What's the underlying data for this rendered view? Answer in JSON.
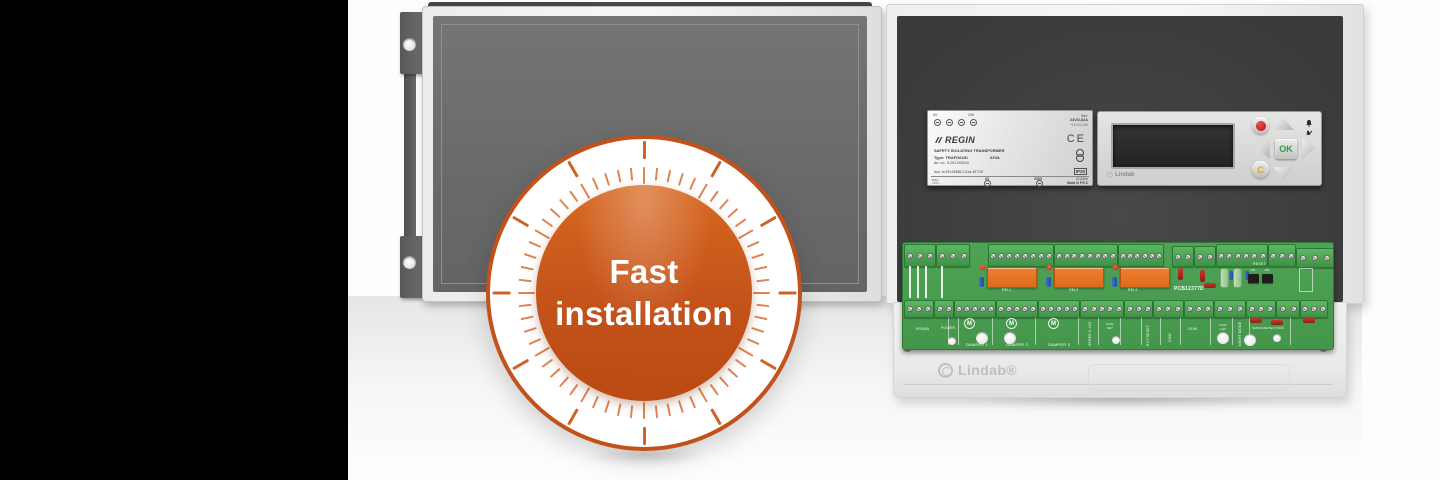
{
  "badge": {
    "line1": "Fast",
    "line2": "installation",
    "accent": "#c2511a"
  },
  "transformer_plate": {
    "brand": "REGIN",
    "sec_label": "Sec:",
    "sec_line1": "24V/2,62A",
    "sec_line2": "*12V/5,25A",
    "term_0v": "0V",
    "term_24v": "24V",
    "title": "SAFETY ISOLATING TRANSFORMER",
    "type_row": "Type: TRAFO63/D",
    "va": "63VA",
    "art": "Art. no.: 5-001-000010",
    "acc": "Acc. to EN 61558-2-6   ta 40°C/E",
    "ce": "CE",
    "ip": "IP20",
    "prim_label": "Prim:",
    "prim_value": "230V~",
    "bot_0v": "0V",
    "bot_230v": "230V",
    "hz": "47-63Hz",
    "made": "Made in P.R.C"
  },
  "display": {
    "ok": "OK",
    "c": "C",
    "brand": "Lindab"
  },
  "pcb": {
    "board_id": "PCB12377D",
    "relays": [
      "REL1",
      "REL2",
      "REL3"
    ],
    "reset": "RESET",
    "jp1": "JP1",
    "jp2": "JP2",
    "motor": "M",
    "labels": {
      "rs485": "RS485",
      "power": "POWER",
      "damper1": "DAMPER 1",
      "damper2": "DAMPER 2",
      "damper3": "DAMPER 3",
      "speed": "SPEED 0-10V",
      "run_set": "RUN SET",
      "ext_reset": "EXT RESET",
      "com": "COM",
      "sun": "SUN",
      "run_ahu": "RUN AHU",
      "night_mode": "NIGHT MODE",
      "smoke": "SMOKEDETECTORS"
    }
  },
  "enclosure": {
    "brand": "Lindab®"
  },
  "colors": {
    "badge_orange": "#c2511a",
    "relay_orange": "#e8762a",
    "pcb_green": "#4aa151",
    "panel_dark": "#3f3f3f",
    "led_red": "#c01010",
    "ok_green": "#2f9e4f",
    "c_yellow": "#e8a21e"
  }
}
